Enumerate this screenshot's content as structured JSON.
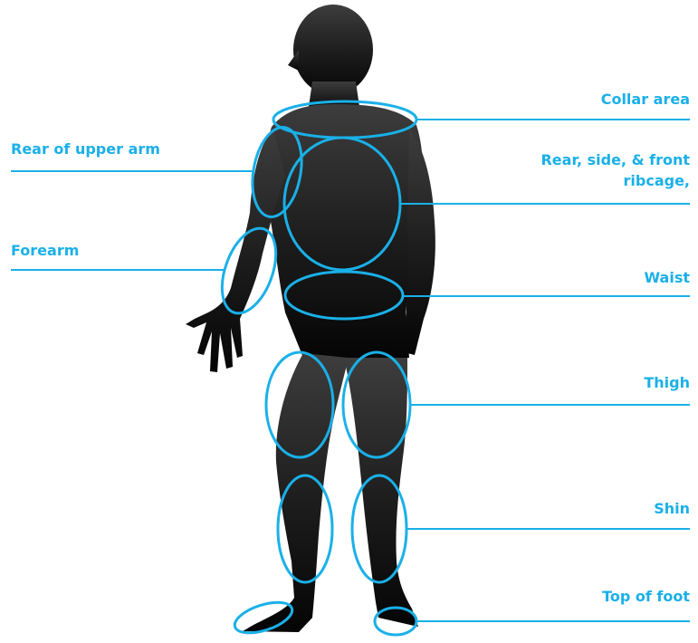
{
  "colors": {
    "accent": "#1ab0e8",
    "silhouette_top": "#3a3a3a",
    "silhouette_bottom": "#0a0a0a",
    "background": "#ffffff"
  },
  "labels": {
    "collar": "Collar area",
    "upper_arm": "Rear of upper arm",
    "ribcage_line1": "Rear, side, & front",
    "ribcage_line2": "ribcage,",
    "forearm": "Forearm",
    "waist": "Waist",
    "thigh": "Thigh",
    "shin": "Shin",
    "foot": "Top of foot"
  }
}
